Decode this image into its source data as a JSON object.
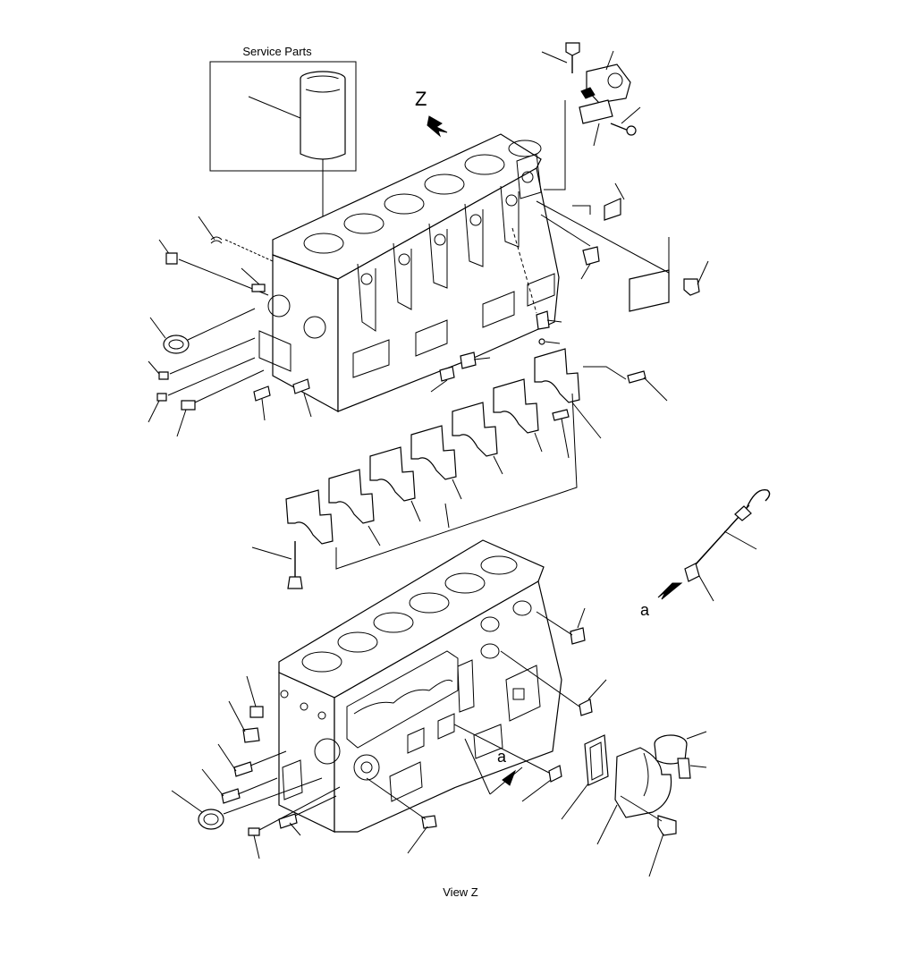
{
  "diagram": {
    "service_parts_label": "Service Parts",
    "view_z_marker": "Z",
    "view_z_caption": "View Z",
    "ref_a_dipstick": "a",
    "ref_a_block": "a"
  },
  "colors": {
    "line": "#000000",
    "background": "#ffffff"
  }
}
